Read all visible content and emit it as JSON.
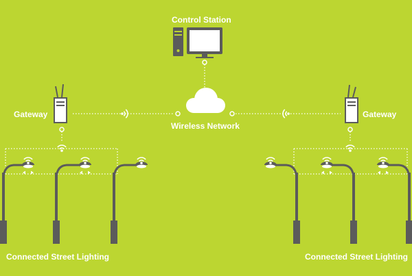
{
  "labels": {
    "control_station": "Control Station",
    "gateway_left": "Gateway",
    "gateway_right": "Gateway",
    "wireless_network": "Wireless Network",
    "street_lighting_left": "Connected Street Lighting",
    "street_lighting_right": "Connected Street Lighting"
  },
  "icons": [
    "desktop-computer-icon",
    "cloud-icon",
    "gateway-router-icon",
    "wifi-signal-icon",
    "street-lamp-icon"
  ],
  "colors": {
    "background": "#bcd631",
    "foreground": "#ffffff",
    "device": "#5b5b5b"
  }
}
